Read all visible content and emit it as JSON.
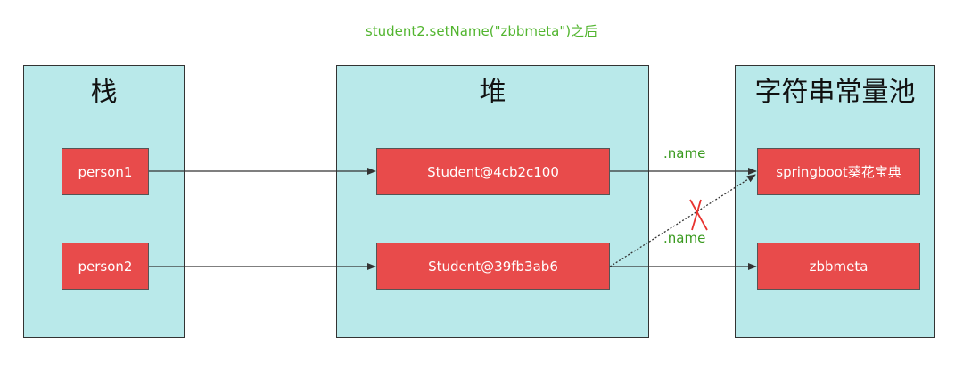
{
  "caption": "student2.setName(\"zbbmeta\")之后",
  "panels": {
    "stack": "栈",
    "heap": "堆",
    "string_pool": "字符串常量池"
  },
  "nodes": {
    "person1": "person1",
    "person2": "person2",
    "student1": "Student@4cb2c100",
    "student2": "Student@39fb3ab6",
    "pool_string_1": "springboot葵花宝典",
    "pool_string_2": "zbbmeta"
  },
  "edge_labels": {
    "student1_name": ".name",
    "student2_old_name": ".name"
  },
  "colors": {
    "caption": "#52b52f",
    "panel_fill": "#b9e9ea",
    "node_fill": "#e84b4b",
    "edge_label": "#3a9a1f",
    "cross_mark": "#e8322e",
    "arrow": "#333333"
  }
}
